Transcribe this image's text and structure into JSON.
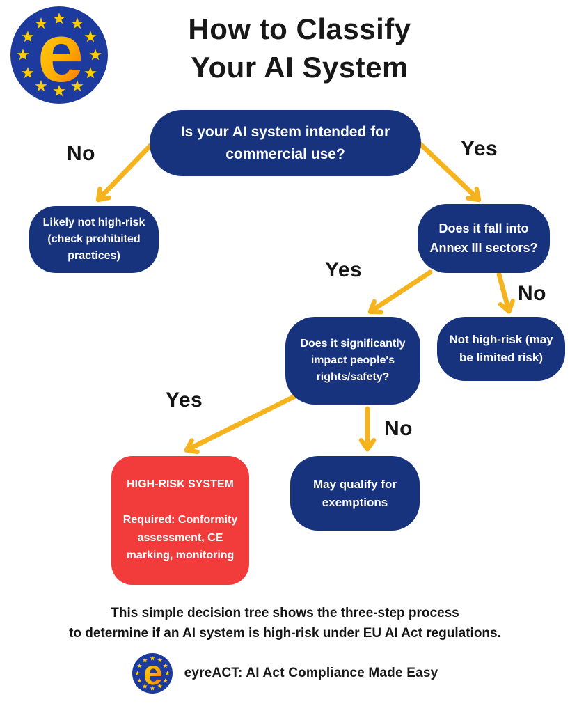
{
  "header": {
    "title": "How to Classify\nYour AI System"
  },
  "logo": {
    "letter": "e",
    "circle_color": "#1D3A9E",
    "star_color": "#FFCC00",
    "letter_gradient": [
      "#FFD21C",
      "#F58A07"
    ]
  },
  "tree": {
    "nodes": {
      "root": "Is your AI system intended for\ncommercial use?",
      "likely_not_high_risk": "Likely not high-risk\n(check prohibited\npractices)",
      "annex": "Does it fall into\nAnnex III sectors?",
      "impact": "Does it significantly\nimpact people's\nrights/safety?",
      "limited_risk": "Not high-risk (may\nbe limited risk)",
      "high_risk": "HIGH-RISK SYSTEM\n\nRequired: Conformity\nassessment, CE\nmarking, monitoring",
      "exemptions": "May qualify for\nexemptions"
    },
    "edges": {
      "root_no": "No",
      "root_yes": "Yes",
      "annex_yes": "Yes",
      "annex_no": "No",
      "impact_yes": "Yes",
      "impact_no": "No"
    },
    "colors": {
      "node_blue": "#17337E",
      "node_red": "#F23B3B",
      "arrow_yellow": "#F5B41D",
      "node_text": "#FFFFFF",
      "label_black": "#151515"
    }
  },
  "footer": {
    "caption": "This simple decision tree shows the three-step process\nto determine if an AI system is high-risk under EU AI Act regulations.",
    "brand": "eyreACT: AI Act Compliance Made Easy"
  }
}
